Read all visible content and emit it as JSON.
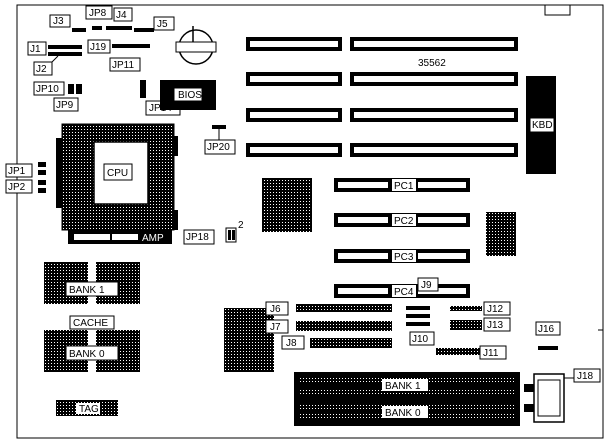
{
  "board": {
    "id_number": "35562",
    "cpu": "CPU",
    "bios": "BIOS",
    "kbd": "KBD",
    "amp": "AMP",
    "cache": "CACHE",
    "tag": "TAG",
    "bank_1": "BANK 1",
    "bank_0": "BANK 0",
    "simm_bank_1": "BANK 1",
    "simm_bank_0": "BANK 0",
    "jp18_pin": "2"
  },
  "slots": {
    "pc1": "PC1",
    "pc2": "PC2",
    "pc3": "PC3",
    "pc4": "PC4"
  },
  "jumpers": {
    "j1": "J1",
    "j2": "J2",
    "j3": "J3",
    "j4": "J4",
    "j5": "J5",
    "j6": "J6",
    "j7": "J7",
    "j8": "J8",
    "j9": "J9",
    "j10": "J10",
    "j11": "J11",
    "j12": "J12",
    "j13": "J13",
    "j16": "J16",
    "j18": "J18",
    "j19": "J19",
    "jp1": "JP1",
    "jp2": "JP2",
    "jp8": "JP8",
    "jp9": "JP9",
    "jp10": "JP10",
    "jp11": "JP11",
    "jp14": "JP14",
    "jp18": "JP18",
    "jp20": "JP20"
  }
}
